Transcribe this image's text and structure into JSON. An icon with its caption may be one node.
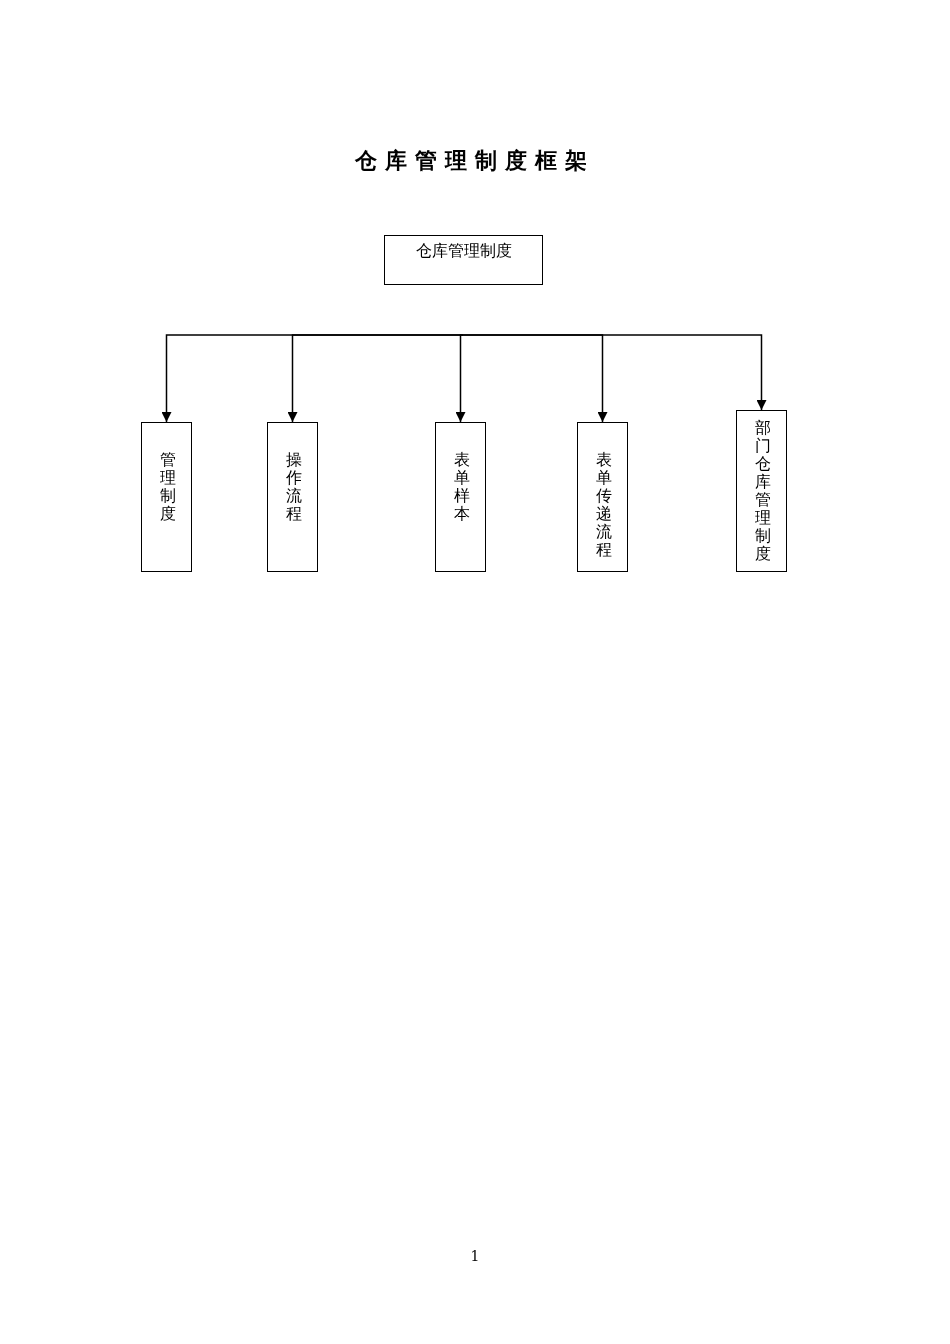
{
  "diagram": {
    "title": "仓库管理制度框架",
    "nodes": [
      {
        "text": [
          "仓库管理制度"
        ]
      },
      {
        "text": [
          "管理制度"
        ]
      },
      {
        "text": [
          "操作流程"
        ]
      },
      {
        "text": [
          "表单样本"
        ]
      },
      {
        "text": [
          "表单传递流程"
        ]
      },
      {
        "text": [
          "部门仓库管理制度"
        ]
      }
    ],
    "edges": [
      {
        "from": null,
        "to": 1,
        "arrow": "to"
      },
      {
        "from": null,
        "to": 2,
        "arrow": "to"
      },
      {
        "from": null,
        "to": 3,
        "arrow": "to"
      },
      {
        "from": null,
        "to": 4,
        "arrow": "to"
      },
      {
        "from": null,
        "to": 5,
        "arrow": "to"
      }
    ],
    "labels": [
      "1"
    ]
  }
}
